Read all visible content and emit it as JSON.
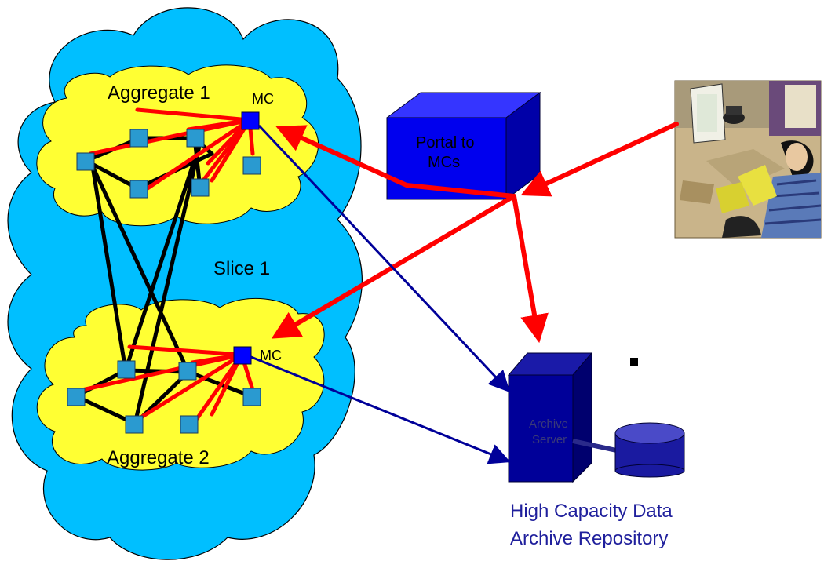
{
  "labels": {
    "aggregate1": "Aggregate 1",
    "aggregate2": "Aggregate 2",
    "slice": "Slice 1",
    "mc_top": "MC",
    "mc_bottom": "MC",
    "portal_line1": "Portal to",
    "portal_line2": "MCs",
    "archive_line1": "Archive",
    "archive_line2": "Server",
    "repository_line1": "High Capacity Data",
    "repository_line2": "Archive Repository"
  },
  "colors": {
    "slice_cloud": "#00bfff",
    "aggregate_cloud": "#ffff33",
    "node": "#2a9ad0",
    "mc_node": "#0000ff",
    "portal_box": "#0000ee",
    "server": "#000099",
    "repository_disk": "#1a1aa0",
    "red_link": "#ff0000",
    "blue_link": "#000099",
    "black_link": "#000000",
    "repo_text": "#1f1f9c"
  },
  "icons": [
    "user-clipart-icon"
  ]
}
